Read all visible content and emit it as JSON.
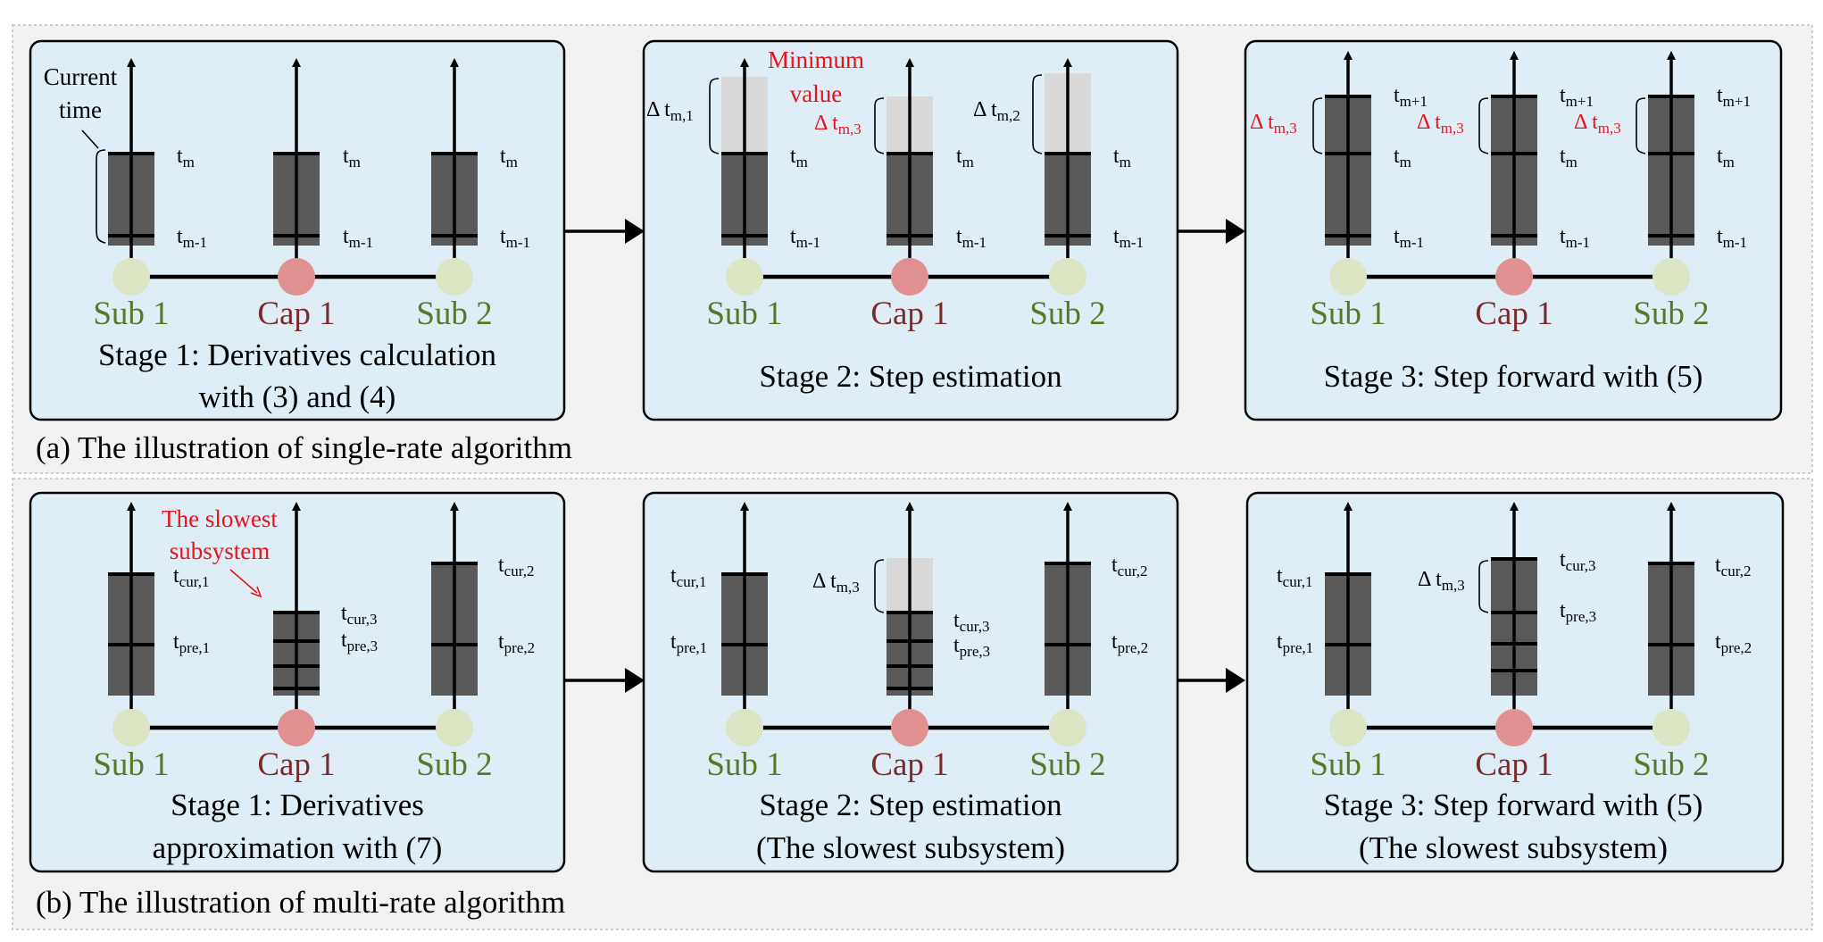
{
  "colors": {
    "sub_node": "#dbe5c4",
    "cap_node": "#e09090",
    "sub_label": "#557a2a",
    "cap_label": "#7a2c2c",
    "emphasis_red": "#e8121b",
    "panel_fill": "#deedf6"
  },
  "nodes": {
    "sub1": "Sub 1",
    "cap1": "Cap 1",
    "sub2": "Sub 2"
  },
  "sections": {
    "a": {
      "caption": "(a) The illustration of single-rate algorithm",
      "stage1": {
        "line1": "Stage 1: Derivatives calculation",
        "line2": "with (3) and (4)"
      },
      "stage2": {
        "line1": "Stage 2: Step estimation"
      },
      "stage3": {
        "line1": "Stage 3: Step forward with (5)"
      }
    },
    "b": {
      "caption": "(b) The illustration of multi-rate algorithm",
      "stage1": {
        "line1": "Stage 1: Derivatives",
        "line2": "approximation with (7)"
      },
      "stage2": {
        "line1": "Stage 2: Step estimation",
        "line2": "(The slowest subsystem)"
      },
      "stage3": {
        "line1": "Stage 3: Step forward with (5)",
        "line2": "(The slowest subsystem)"
      }
    }
  },
  "annotations": {
    "current_time": {
      "line1": "Current",
      "line2": "time"
    },
    "minimum_value": {
      "line1": "Minimum",
      "line2": "value"
    },
    "slowest_subsystem": {
      "line1": "The slowest",
      "line2": "subsystem"
    }
  },
  "time_labels": {
    "t": "t",
    "delta_t": "Δ t",
    "m": "m",
    "m_minus_1": "m-1",
    "m_plus_1": "m+1",
    "m_1": "m,1",
    "m_2": "m,2",
    "m_3": "m,3",
    "cur_1": "cur,1",
    "cur_2": "cur,2",
    "cur_3": "cur,3",
    "pre_1": "pre,1",
    "pre_2": "pre,2",
    "pre_3": "pre,3"
  }
}
